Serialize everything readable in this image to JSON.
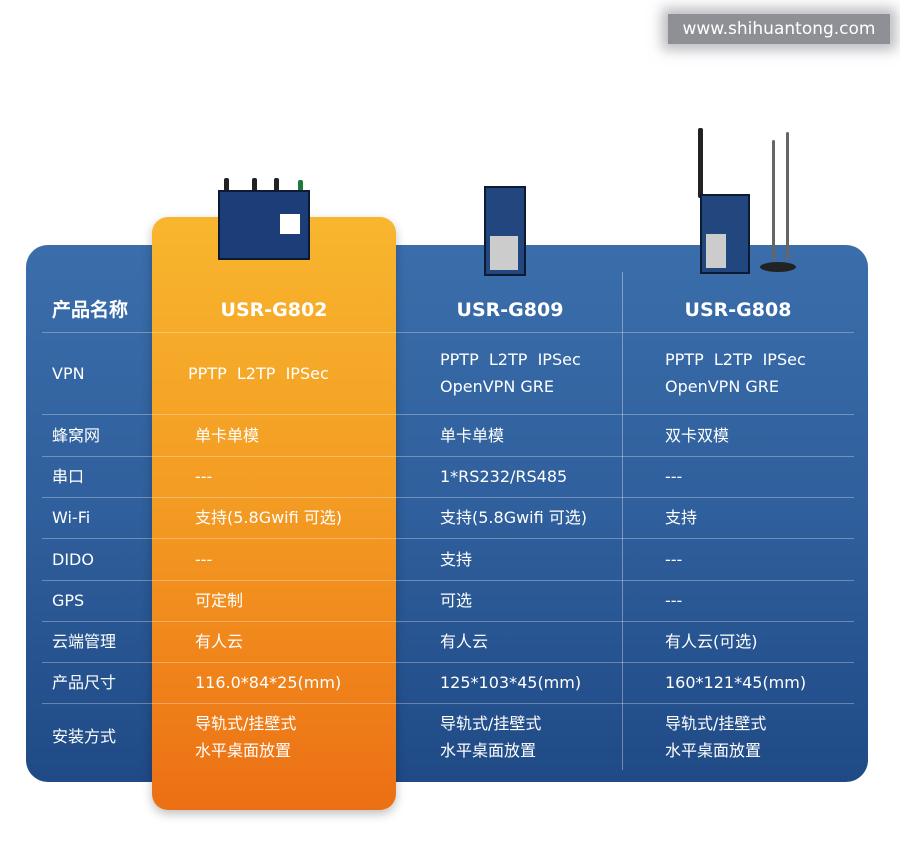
{
  "watermark": "www.shihuantong.com",
  "header": {
    "label": "产品名称",
    "products": [
      "USR-G802",
      "USR-G809",
      "USR-G808"
    ]
  },
  "rows": [
    {
      "label": "VPN",
      "values": [
        [
          "PPTP  L2TP  IPSec"
        ],
        [
          "PPTP  L2TP  IPSec",
          "OpenVPN GRE"
        ],
        [
          "PPTP  L2TP  IPSec",
          "OpenVPN GRE"
        ]
      ]
    },
    {
      "label": "蜂窝网",
      "values": [
        [
          "单卡单模"
        ],
        [
          "单卡单模"
        ],
        [
          "双卡双模"
        ]
      ]
    },
    {
      "label": "串口",
      "values": [
        [
          "---"
        ],
        [
          "1*RS232/RS485"
        ],
        [
          "---"
        ]
      ]
    },
    {
      "label": "Wi-Fi",
      "values": [
        [
          "支持(5.8Gwifi 可选)"
        ],
        [
          "支持(5.8Gwifi 可选)"
        ],
        [
          "支持"
        ]
      ]
    },
    {
      "label": "DIDO",
      "values": [
        [
          "---"
        ],
        [
          "支持"
        ],
        [
          "---"
        ]
      ]
    },
    {
      "label": "GPS",
      "values": [
        [
          "可定制"
        ],
        [
          "可选"
        ],
        [
          "---"
        ]
      ]
    },
    {
      "label": "云端管理",
      "values": [
        [
          "有人云"
        ],
        [
          "有人云"
        ],
        [
          "有人云(可选)"
        ]
      ]
    },
    {
      "label": "产品尺寸",
      "values": [
        [
          "116.0*84*25(mm)"
        ],
        [
          "125*103*45(mm)"
        ],
        [
          "160*121*45(mm)"
        ]
      ]
    },
    {
      "label": "安装方式",
      "values": [
        [
          "导轨式/挂壁式",
          "水平桌面放置"
        ],
        [
          "导轨式/挂壁式",
          "水平桌面放置"
        ],
        [
          "导轨式/挂壁式",
          "水平桌面放置"
        ]
      ]
    }
  ]
}
